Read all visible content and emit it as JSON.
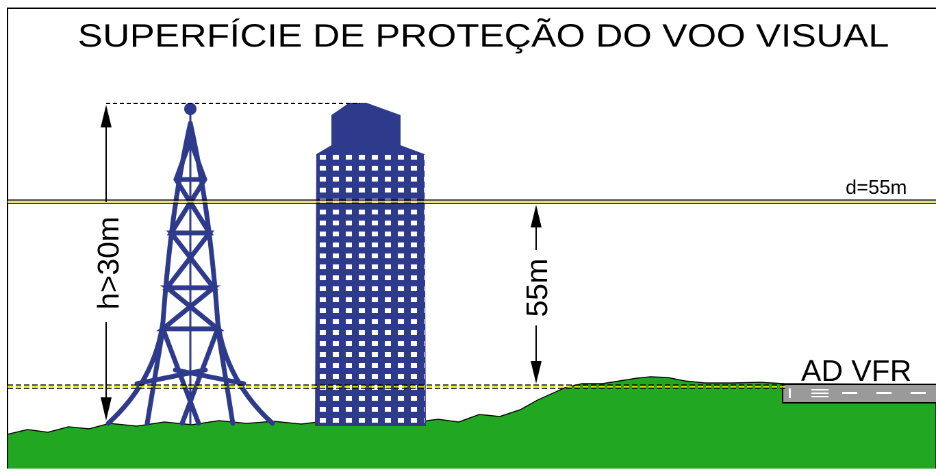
{
  "title": "SUPERFÍCIE DE PROTEÇÃO DO VOO VISUAL",
  "labels": {
    "height_rule": "h>30m",
    "surface_height": "55m",
    "surface_distance": "d=55m",
    "aerodrome": "AD VFR"
  },
  "colors": {
    "structure": "#2E3A8C",
    "ground": "#22A722",
    "surface_line": "#F2E600",
    "runway": "#9A9A9A",
    "outline": "#000000"
  },
  "icons": [
    "lattice-tower-icon",
    "skyscraper-icon",
    "runway-icon"
  ]
}
